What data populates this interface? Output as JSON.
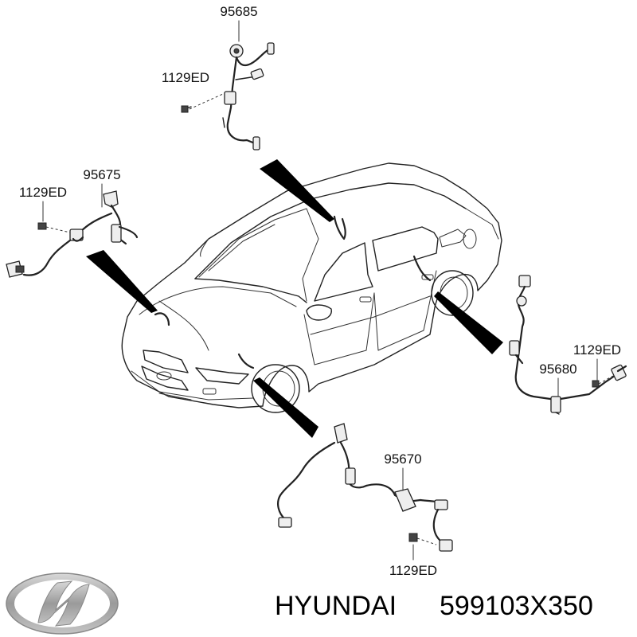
{
  "callouts": {
    "rear_left_sensor": "95685",
    "rear_left_bolt": "1129ED",
    "front_left_sensor": "95675",
    "front_left_bolt": "1129ED",
    "rear_right_sensor": "95680",
    "rear_right_bolt": "1129ED",
    "front_right_sensor": "95670",
    "front_right_bolt": "1129ED"
  },
  "footer": {
    "brand": "HYUNDAI",
    "part_number": "599103X350"
  },
  "colors": {
    "line": "#222222",
    "background": "#ffffff",
    "logo_silver": "#a8a8a8"
  }
}
